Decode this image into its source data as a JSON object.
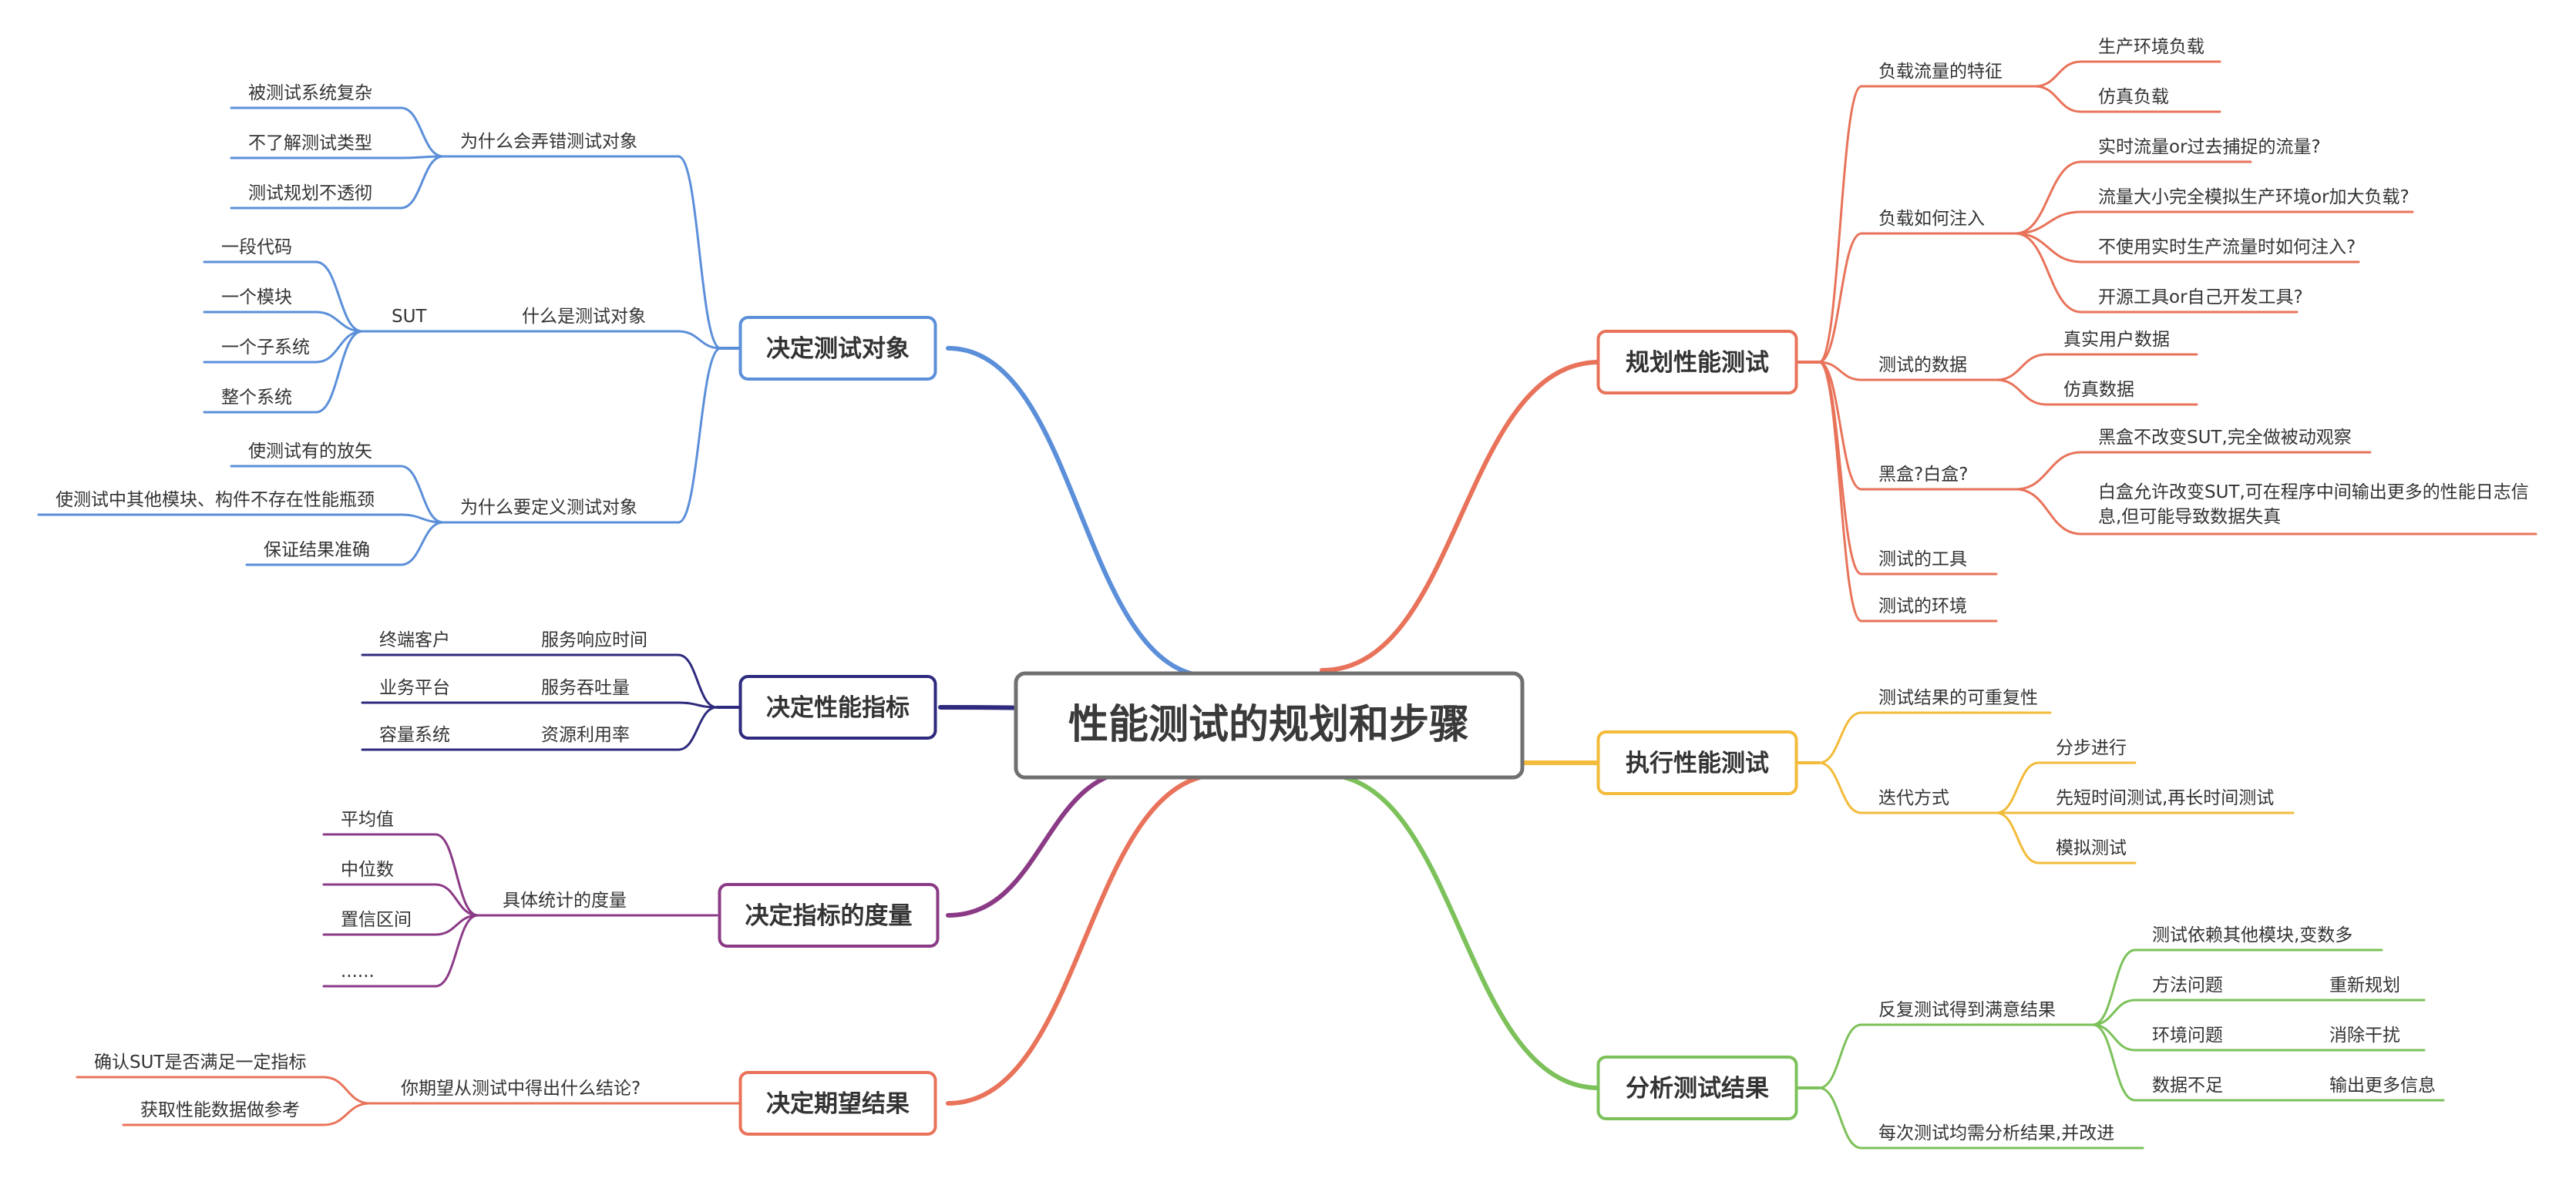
{
  "central": {
    "label": "性能测试的规划和步骤"
  },
  "colors": {
    "blue": "#5b8fd9",
    "navy": "#2e2a7e",
    "purple": "#8b3a86",
    "salmon": "#e8735a",
    "orange": "#f2bb3a",
    "green": "#7cc15a",
    "central_border": "#707070"
  },
  "branches": {
    "decide_object": {
      "label": "决定测试对象",
      "why_wrong": {
        "label": "为什么会弄错测试对象",
        "items": [
          "被测试系统复杂",
          "不了解测试类型",
          "测试规划不透彻"
        ]
      },
      "what_object": {
        "label": "什么是测试对象",
        "sut": "SUT",
        "items": [
          "一段代码",
          "一个模块",
          "一个子系统",
          "整个系统"
        ]
      },
      "why_define": {
        "label": "为什么要定义测试对象",
        "items": [
          "使测试有的放矢",
          "使测试中其他模块、构件不存在性能瓶颈",
          "保证结果准确"
        ]
      }
    },
    "decide_metrics": {
      "label": "决定性能指标",
      "rows": [
        {
          "metric": "服务响应时间",
          "target": "终端客户"
        },
        {
          "metric": "服务吞吐量",
          "target": "业务平台"
        },
        {
          "metric": "资源利用率",
          "target": "容量系统"
        }
      ]
    },
    "decide_measure": {
      "label": "决定指标的度量",
      "stats": {
        "label": "具体统计的度量",
        "items": [
          "平均值",
          "中位数",
          "置信区间",
          "......"
        ]
      }
    },
    "decide_expect": {
      "label": "决定期望结果",
      "question": {
        "label": "你期望从测试中得出什么结论?",
        "items": [
          "确认SUT是否满足一定指标",
          "获取性能数据做参考"
        ]
      }
    },
    "plan": {
      "label": "规划性能测试",
      "traffic": {
        "label": "负载流量的特征",
        "items": [
          "生产环境负载",
          "仿真负载"
        ]
      },
      "inject": {
        "label": "负载如何注入",
        "items": [
          "实时流量or过去捕捉的流量?",
          "流量大小完全模拟生产环境or加大负载?",
          "不使用实时生产流量时如何注入?",
          "开源工具or自己开发工具?"
        ]
      },
      "data": {
        "label": "测试的数据",
        "items": [
          "真实用户数据",
          "仿真数据"
        ]
      },
      "box": {
        "label": "黑盒?白盒?",
        "black": "黑盒不改变SUT,完全做被动观察",
        "white_line1": "白盒允许改变SUT,可在程序中间输出更多的性能日志信",
        "white_line2": "息,但可能导致数据失真"
      },
      "tools": "测试的工具",
      "env": "测试的环境"
    },
    "execute": {
      "label": "执行性能测试",
      "repeat": "测试结果的可重复性",
      "iterate": {
        "label": "迭代方式",
        "items": [
          "分步进行",
          "先短时间测试,再长时间测试",
          "模拟测试"
        ]
      }
    },
    "analyze": {
      "label": "分析测试结果",
      "repeat": {
        "label": "反复测试得到满意结果",
        "depend": "测试依赖其他模块,变数多",
        "rows": [
          {
            "problem": "方法问题",
            "action": "重新规划"
          },
          {
            "problem": "环境问题",
            "action": "消除干扰"
          },
          {
            "problem": "数据不足",
            "action": "输出更多信息"
          }
        ]
      },
      "each": "每次测试均需分析结果,并改进"
    }
  }
}
